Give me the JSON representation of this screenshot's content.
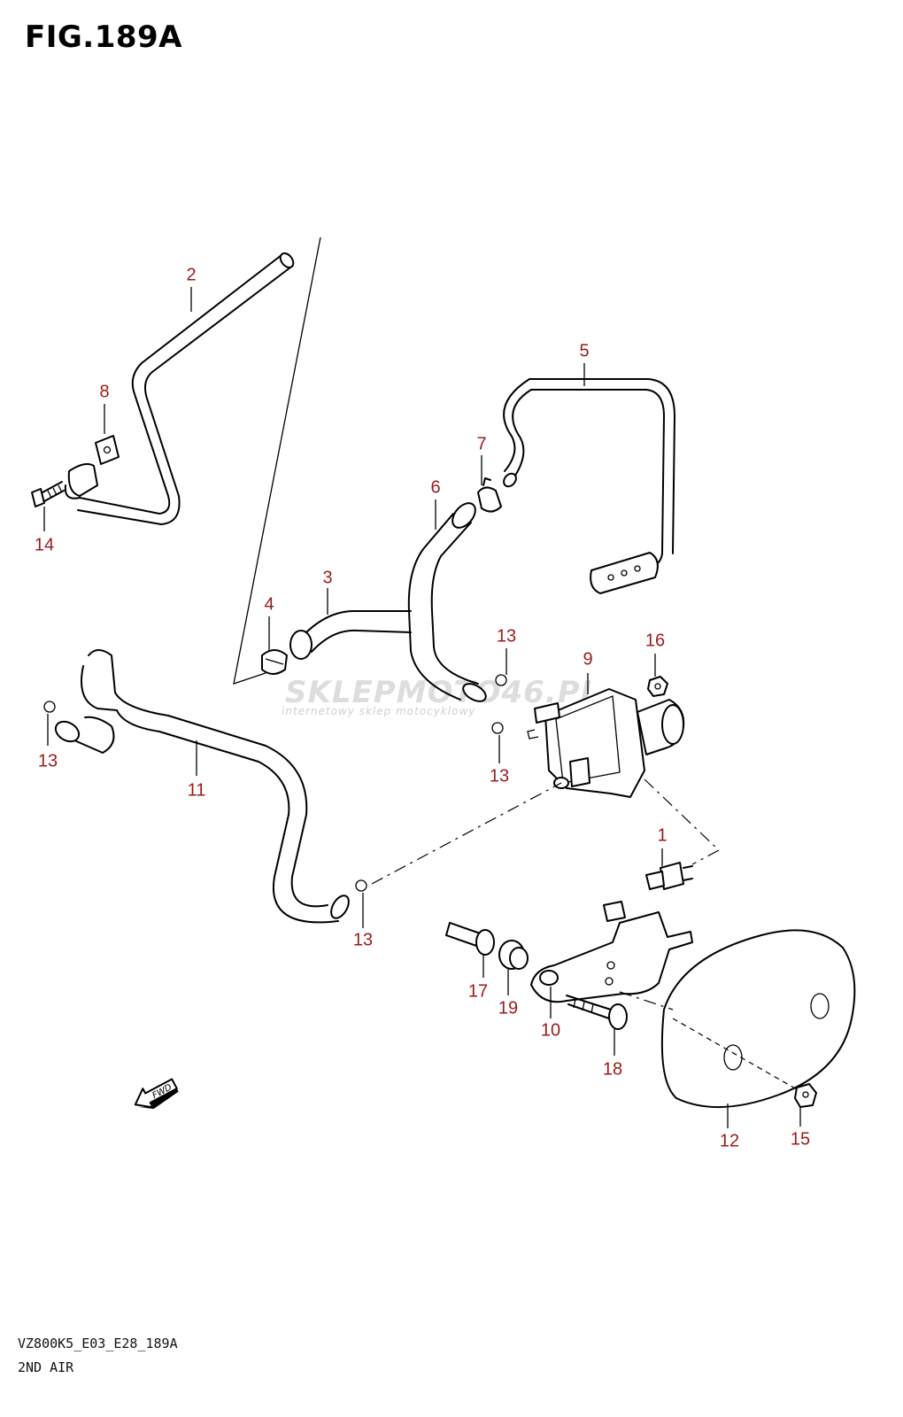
{
  "figure": {
    "title": "FIG.189A",
    "code": "VZ800K5_E03_E28_189A",
    "name": "2ND AIR"
  },
  "watermark": {
    "text": "SKLEPMOTO46.PL",
    "subtext": "internetowy sklep motocyklowy"
  },
  "parts": [
    {
      "key": "p2",
      "label": "2"
    },
    {
      "key": "p8",
      "label": "8"
    },
    {
      "key": "p14",
      "label": "14"
    },
    {
      "key": "p5",
      "label": "5"
    },
    {
      "key": "p7",
      "label": "7"
    },
    {
      "key": "p6",
      "label": "6"
    },
    {
      "key": "p3",
      "label": "3"
    },
    {
      "key": "p4",
      "label": "4"
    },
    {
      "key": "p13a",
      "label": "13"
    },
    {
      "key": "p9",
      "label": "9"
    },
    {
      "key": "p16",
      "label": "16"
    },
    {
      "key": "p13b",
      "label": "13"
    },
    {
      "key": "p11",
      "label": "11"
    },
    {
      "key": "p13c",
      "label": "13"
    },
    {
      "key": "p1",
      "label": "1"
    },
    {
      "key": "p13d",
      "label": "13"
    },
    {
      "key": "p17",
      "label": "17"
    },
    {
      "key": "p19",
      "label": "19"
    },
    {
      "key": "p10",
      "label": "10"
    },
    {
      "key": "p18",
      "label": "18"
    },
    {
      "key": "p12",
      "label": "12"
    },
    {
      "key": "p15",
      "label": "15"
    }
  ],
  "fwd_label": "FWD"
}
